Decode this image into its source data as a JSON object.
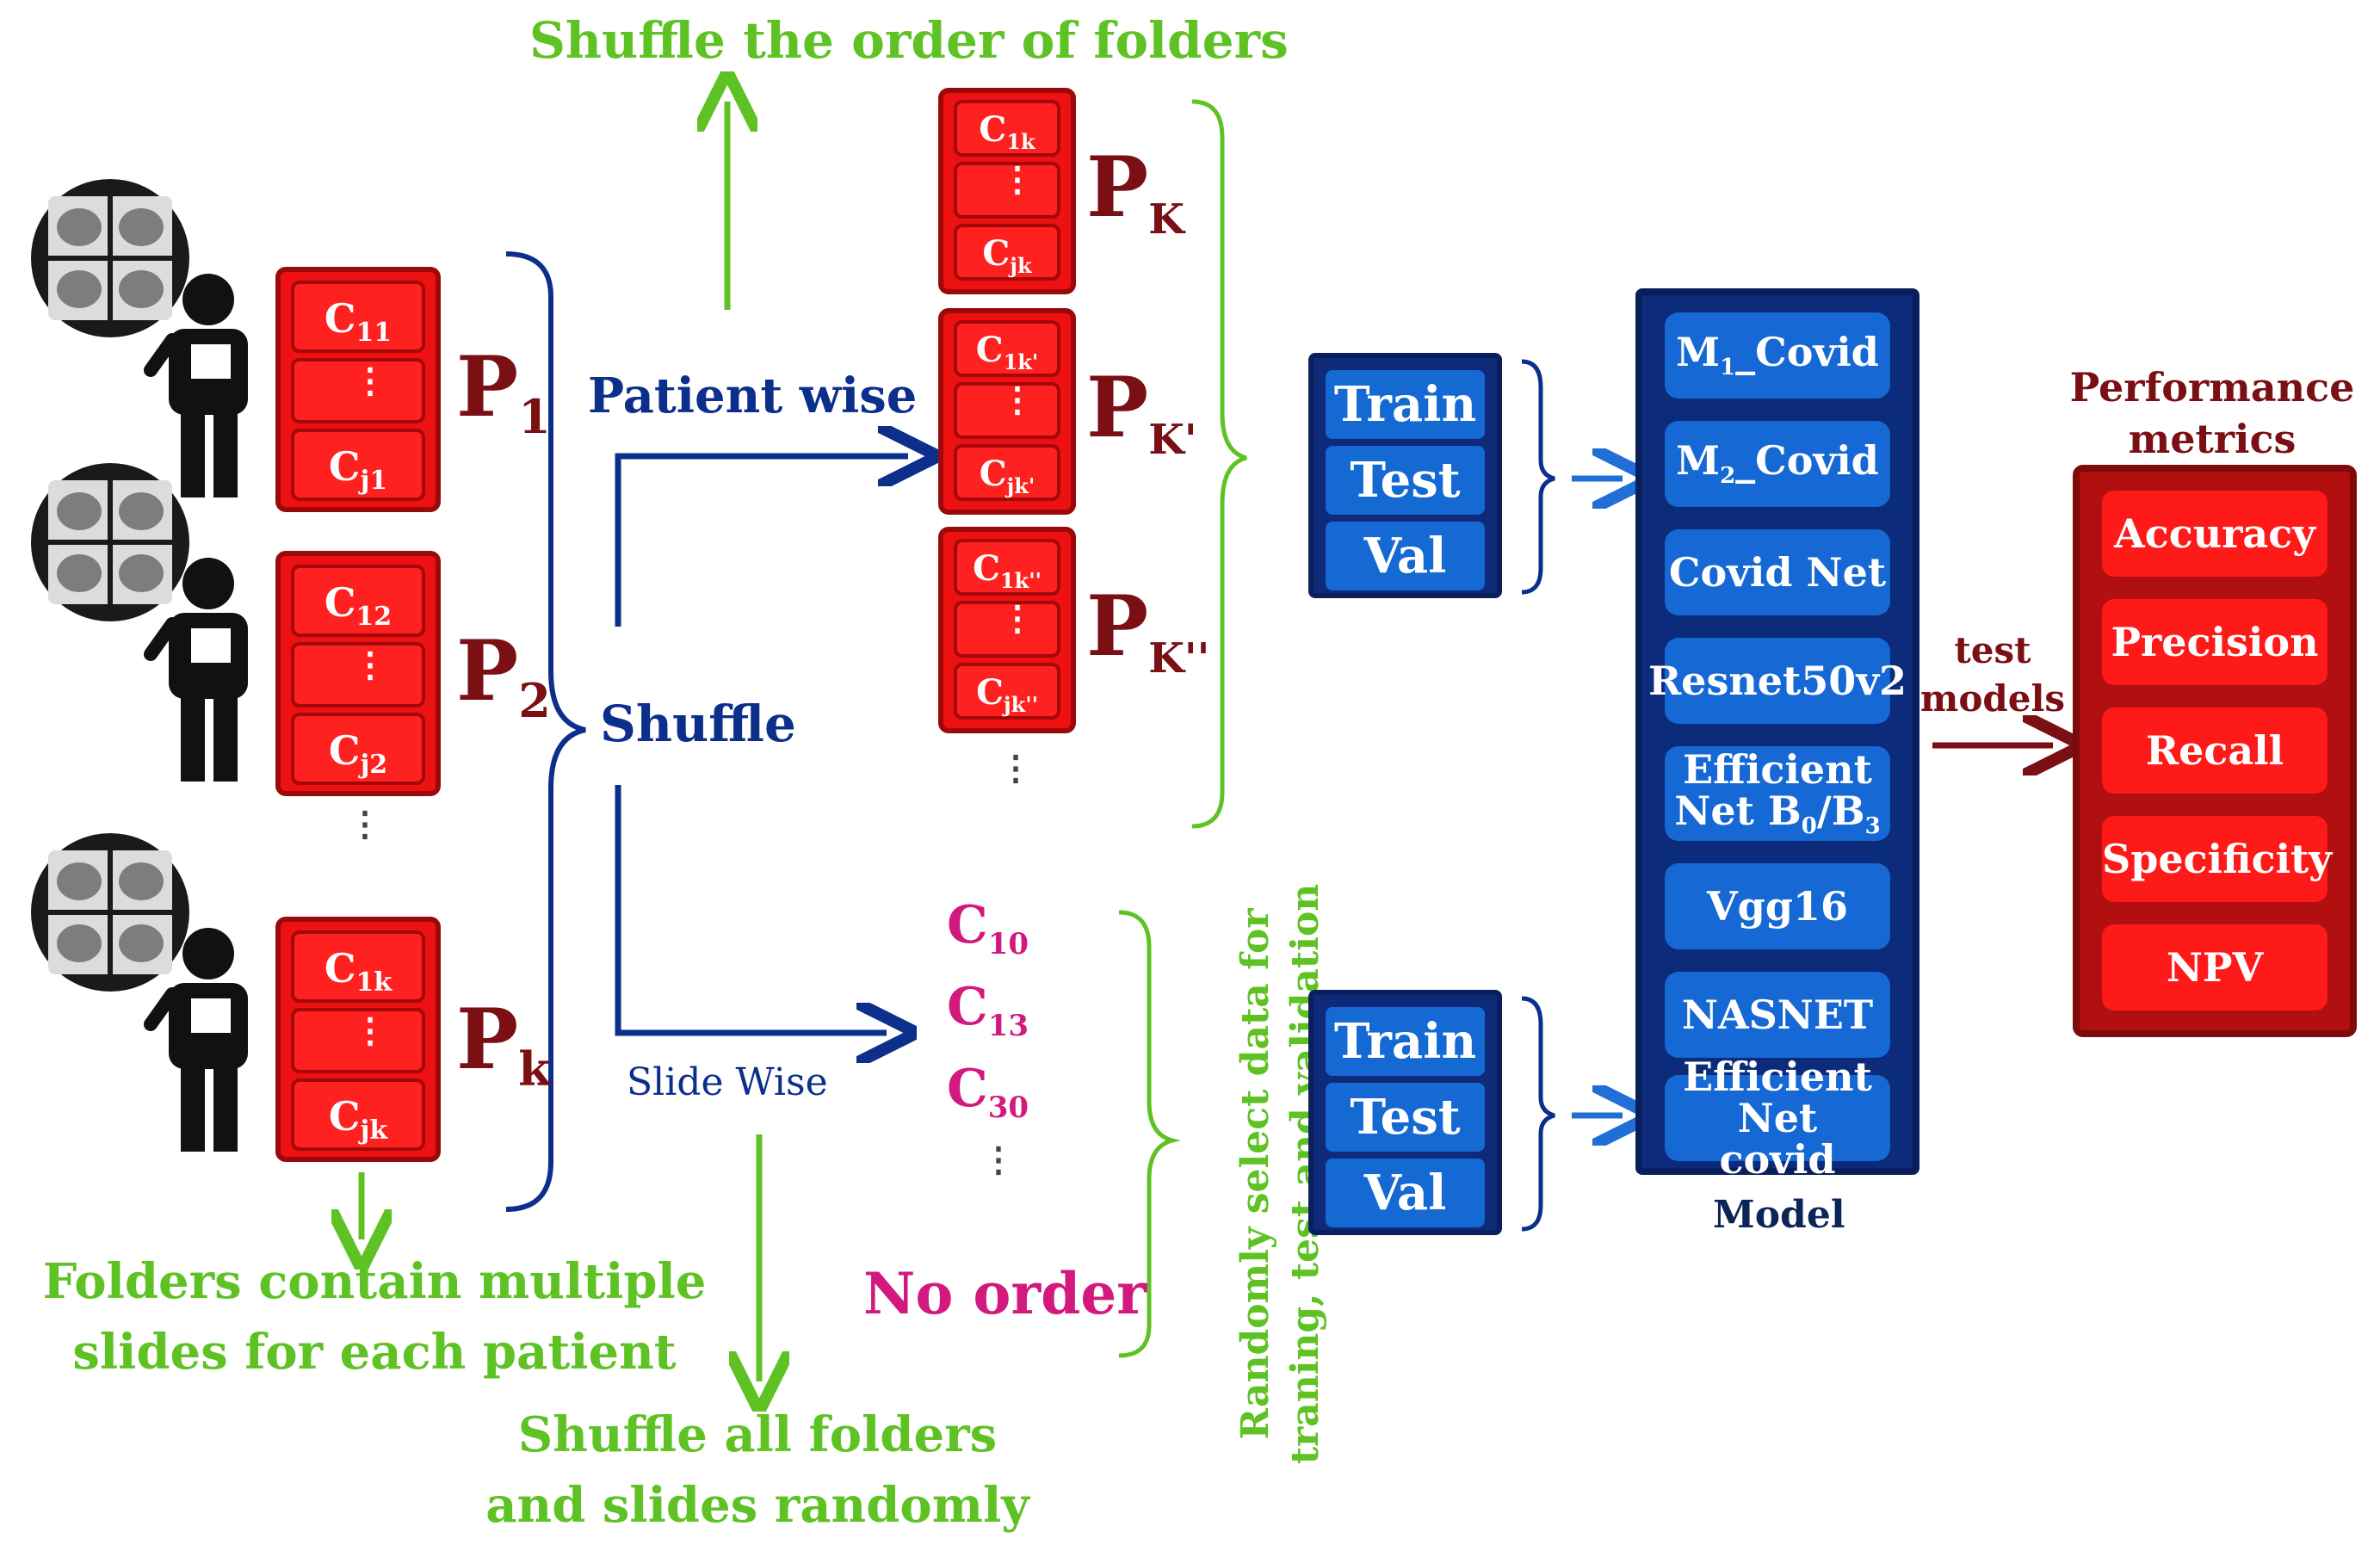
{
  "top_label": "Shuffle the order of folders",
  "bottom_left_label": {
    "line1": "Folders contain multiple",
    "line2": "slides for each patient"
  },
  "bottom_mid_label": {
    "line1": "Shuffle all folders",
    "line2": "and slides randomly"
  },
  "patient_wise_label": "Patient wise",
  "shuffle_label": "Shuffle",
  "slide_wise_label": "Slide Wise",
  "no_order_label": "No order",
  "random_select_label": {
    "line1": "Randomly select data for",
    "line2": "traning, test and validation"
  },
  "patients": [
    {
      "name": "P",
      "sub": "1",
      "top": "C",
      "top_sub": "11",
      "bottom": "C",
      "bottom_sub": "j1"
    },
    {
      "name": "P",
      "sub": "2",
      "top": "C",
      "top_sub": "12",
      "bottom": "C",
      "bottom_sub": "j2"
    },
    {
      "name": "P",
      "sub": "k",
      "top": "C",
      "top_sub": "1k",
      "bottom": "C",
      "bottom_sub": "jk"
    }
  ],
  "shuffled_patients": [
    {
      "name": "P",
      "sub": "K",
      "top_sub": "1k",
      "bottom_sub": "jk"
    },
    {
      "name": "P",
      "sub": "K'",
      "top_sub": "1k'",
      "bottom_sub": "jk'"
    },
    {
      "name": "P",
      "sub": "K''",
      "top_sub": "1k''",
      "bottom_sub": "jk''"
    }
  ],
  "slides": [
    {
      "c": "C",
      "sub": "10"
    },
    {
      "c": "C",
      "sub": "13"
    },
    {
      "c": "C",
      "sub": "30"
    }
  ],
  "splits_top": [
    "Train",
    "Test",
    "Val"
  ],
  "splits_bottom": [
    "Train",
    "Test",
    "Val"
  ],
  "models": [
    {
      "label": "M",
      "sub": "1",
      "suffix": "_Covid"
    },
    {
      "label": "M",
      "sub": "2",
      "suffix": "_Covid"
    },
    {
      "label": "Covid Net"
    },
    {
      "label": "Resnet50v2"
    },
    {
      "label": "Efficient",
      "line2": "Net B",
      "sub2a": "0",
      "mid": "/B",
      "sub2b": "3"
    },
    {
      "label": "Vgg16"
    },
    {
      "label": "NASNET"
    },
    {
      "label": "Efficient Net",
      "line2": "covid"
    }
  ],
  "model_caption": "Model",
  "test_models_label": {
    "line1": "test",
    "line2": "models"
  },
  "metrics_title": {
    "line1": "Performance",
    "line2": "metrics"
  },
  "metrics": [
    "Accuracy",
    "Precision",
    "Recall",
    "Specificity",
    "NPV"
  ],
  "colors": {
    "green": "#5fc224",
    "navy": "#0d2f8c",
    "maroon": "#7a0f14",
    "magenta": "#d21a7e",
    "red": "#ee1111",
    "blue": "#1469d2"
  }
}
